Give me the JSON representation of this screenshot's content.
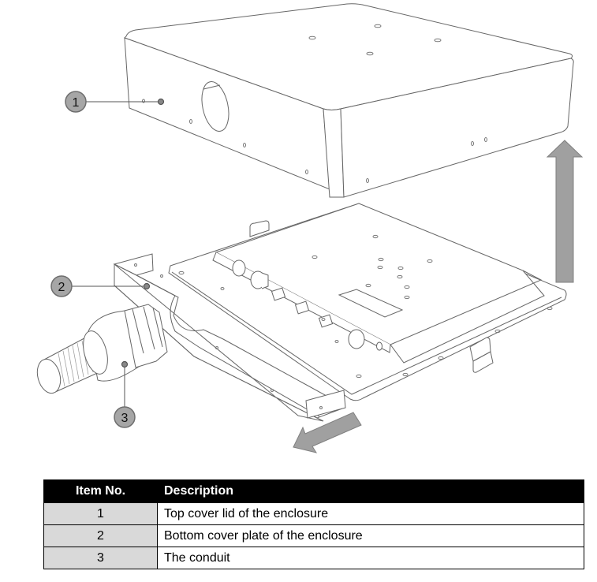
{
  "figure": {
    "callouts": [
      {
        "number": "1",
        "target": "Top cover lid"
      },
      {
        "number": "2",
        "target": "Bottom cover plate"
      },
      {
        "number": "3",
        "target": "Conduit"
      }
    ],
    "arrows": [
      {
        "direction": "up",
        "meaning": "lift lid off"
      },
      {
        "direction": "down-left",
        "meaning": "slide plate out"
      }
    ],
    "colors": {
      "line": "#555555",
      "callout_fill": "#a6a6a6",
      "callout_stroke": "#6e6e6e",
      "arrow_fill": "#a0a0a0",
      "arrow_stroke": "#808080"
    }
  },
  "table": {
    "headers": {
      "item": "Item No.",
      "description": "Description"
    },
    "rows": [
      {
        "item": "1",
        "description": "Top cover lid of the enclosure"
      },
      {
        "item": "2",
        "description": "Bottom cover plate of the enclosure"
      },
      {
        "item": "3",
        "description": "The conduit"
      }
    ]
  }
}
